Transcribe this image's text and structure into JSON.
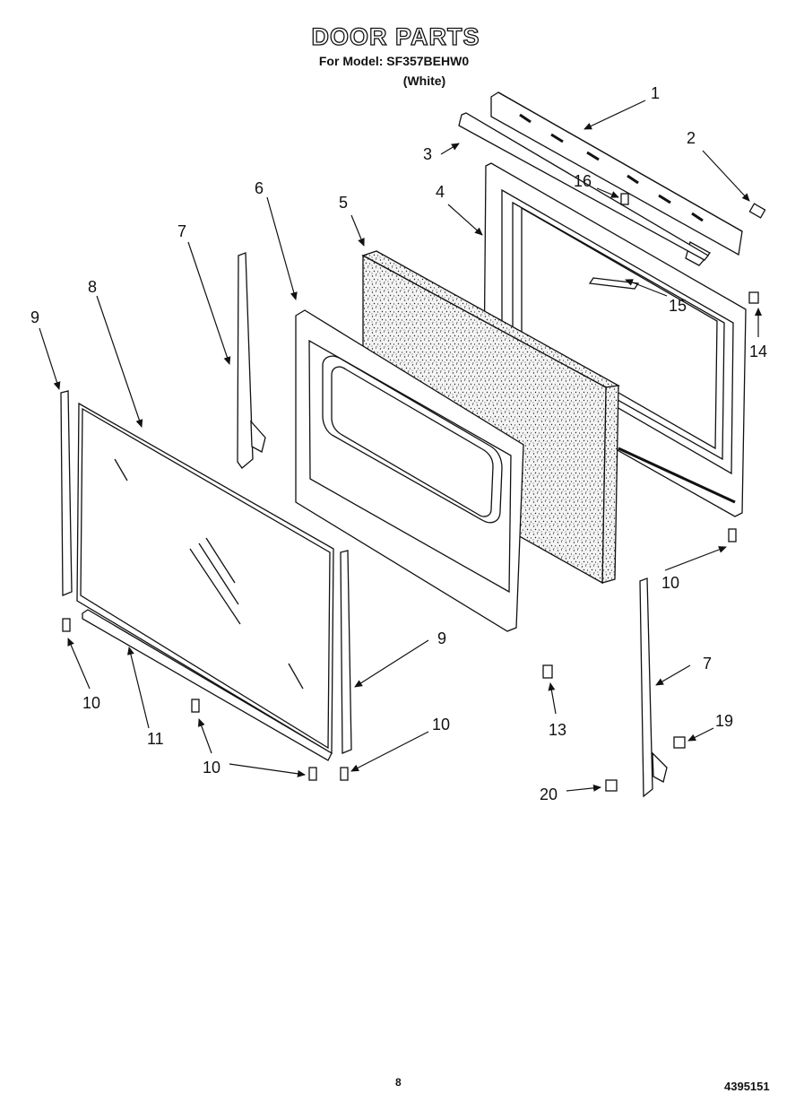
{
  "header": {
    "title": "DOOR PARTS",
    "model": "For Model: SF357BEHW0",
    "color": "(White)"
  },
  "footer": {
    "page_number": "8",
    "document_number": "4395151"
  },
  "callouts": [
    {
      "id": "c1",
      "text": "1"
    },
    {
      "id": "c2",
      "text": "2"
    },
    {
      "id": "c3",
      "text": "3"
    },
    {
      "id": "c4",
      "text": "4"
    },
    {
      "id": "c5",
      "text": "5"
    },
    {
      "id": "c6",
      "text": "6"
    },
    {
      "id": "c7a",
      "text": "7"
    },
    {
      "id": "c7b",
      "text": "7"
    },
    {
      "id": "c8",
      "text": "8"
    },
    {
      "id": "c9a",
      "text": "9"
    },
    {
      "id": "c9b",
      "text": "9"
    },
    {
      "id": "c10a",
      "text": "10"
    },
    {
      "id": "c10b",
      "text": "10"
    },
    {
      "id": "c10c",
      "text": "10"
    },
    {
      "id": "c10d",
      "text": "10"
    },
    {
      "id": "c11",
      "text": "11"
    },
    {
      "id": "c13",
      "text": "13"
    },
    {
      "id": "c14",
      "text": "14"
    },
    {
      "id": "c15",
      "text": "15"
    },
    {
      "id": "c16",
      "text": "16"
    },
    {
      "id": "c19",
      "text": "19"
    },
    {
      "id": "c20",
      "text": "20"
    }
  ]
}
